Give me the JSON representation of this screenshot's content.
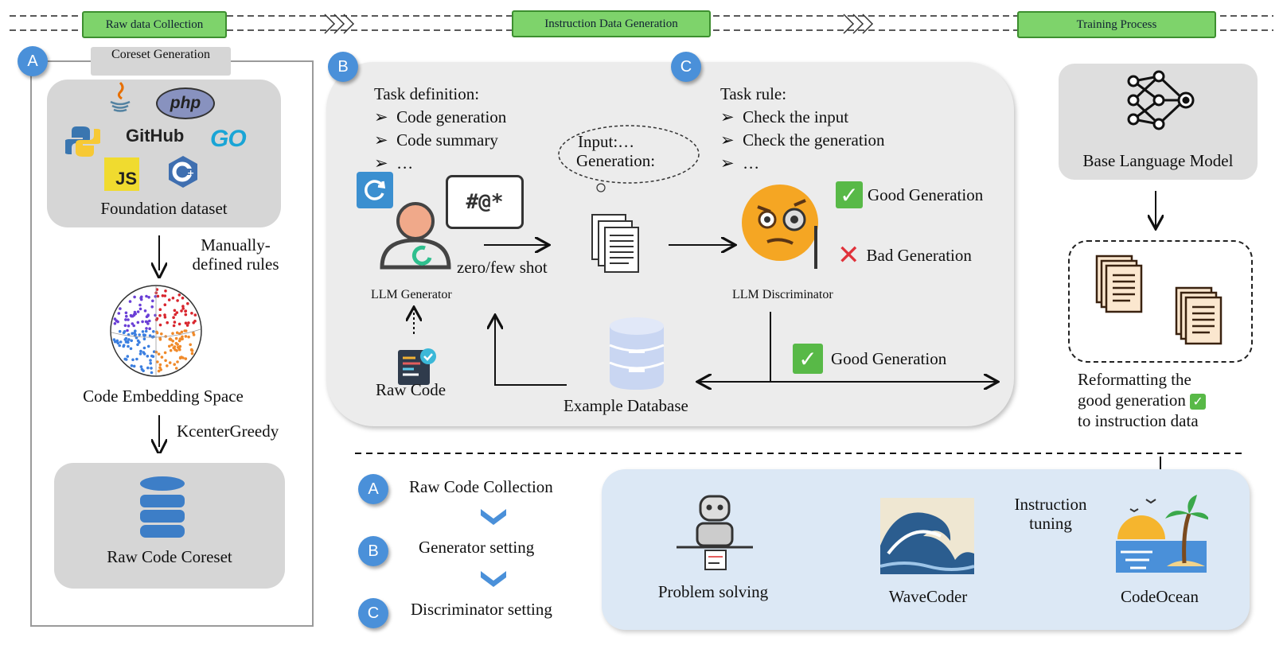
{
  "stages": [
    "Raw data Collection",
    "Instruction Data Generation",
    "Training Process"
  ],
  "panelA": {
    "badge": "A",
    "tab": "Coreset Generation",
    "foundation": "Foundation dataset",
    "logos": {
      "php": "php",
      "github": "GitHub",
      "go": "GO",
      "js": "JS",
      "cpp": "C++"
    },
    "rules": "Manually-defined rules",
    "embedding": "Code Embedding Space",
    "kcenter": "KcenterGreedy",
    "coreset": "Raw Code Coreset"
  },
  "panelB": {
    "badge": "B",
    "task_def_title": "Task definition:",
    "task_def_items": [
      "Code generation",
      "Code summary",
      "…"
    ],
    "bubble_symbols": "#@*",
    "cloud_lines": [
      "Input:…",
      "Generation:"
    ],
    "shot_label": "zero/few shot",
    "generator_label": "LLM Generator",
    "raw_code": "Raw Code",
    "example_db": "Example Database"
  },
  "panelC": {
    "badge": "C",
    "task_rule_title": "Task rule:",
    "task_rule_items": [
      "Check the input",
      "Check the generation",
      "…"
    ],
    "good": "Good Generation",
    "bad": "Bad Generation",
    "discriminator_label": "LLM Discriminator",
    "good_bottom": "Good Generation"
  },
  "training": {
    "base_model": "Base Language Model",
    "reformat": [
      "Reformatting the",
      "good generation",
      "to instruction data"
    ]
  },
  "legend": [
    {
      "badge": "A",
      "label": "Raw Code Collection"
    },
    {
      "badge": "B",
      "label": "Generator setting"
    },
    {
      "badge": "C",
      "label": "Discriminator setting"
    }
  ],
  "bottom": {
    "problem": "Problem solving",
    "wavecoder": "WaveCoder",
    "tuning": [
      "Instruction",
      "tuning"
    ],
    "codeocean": "CodeOcean"
  }
}
